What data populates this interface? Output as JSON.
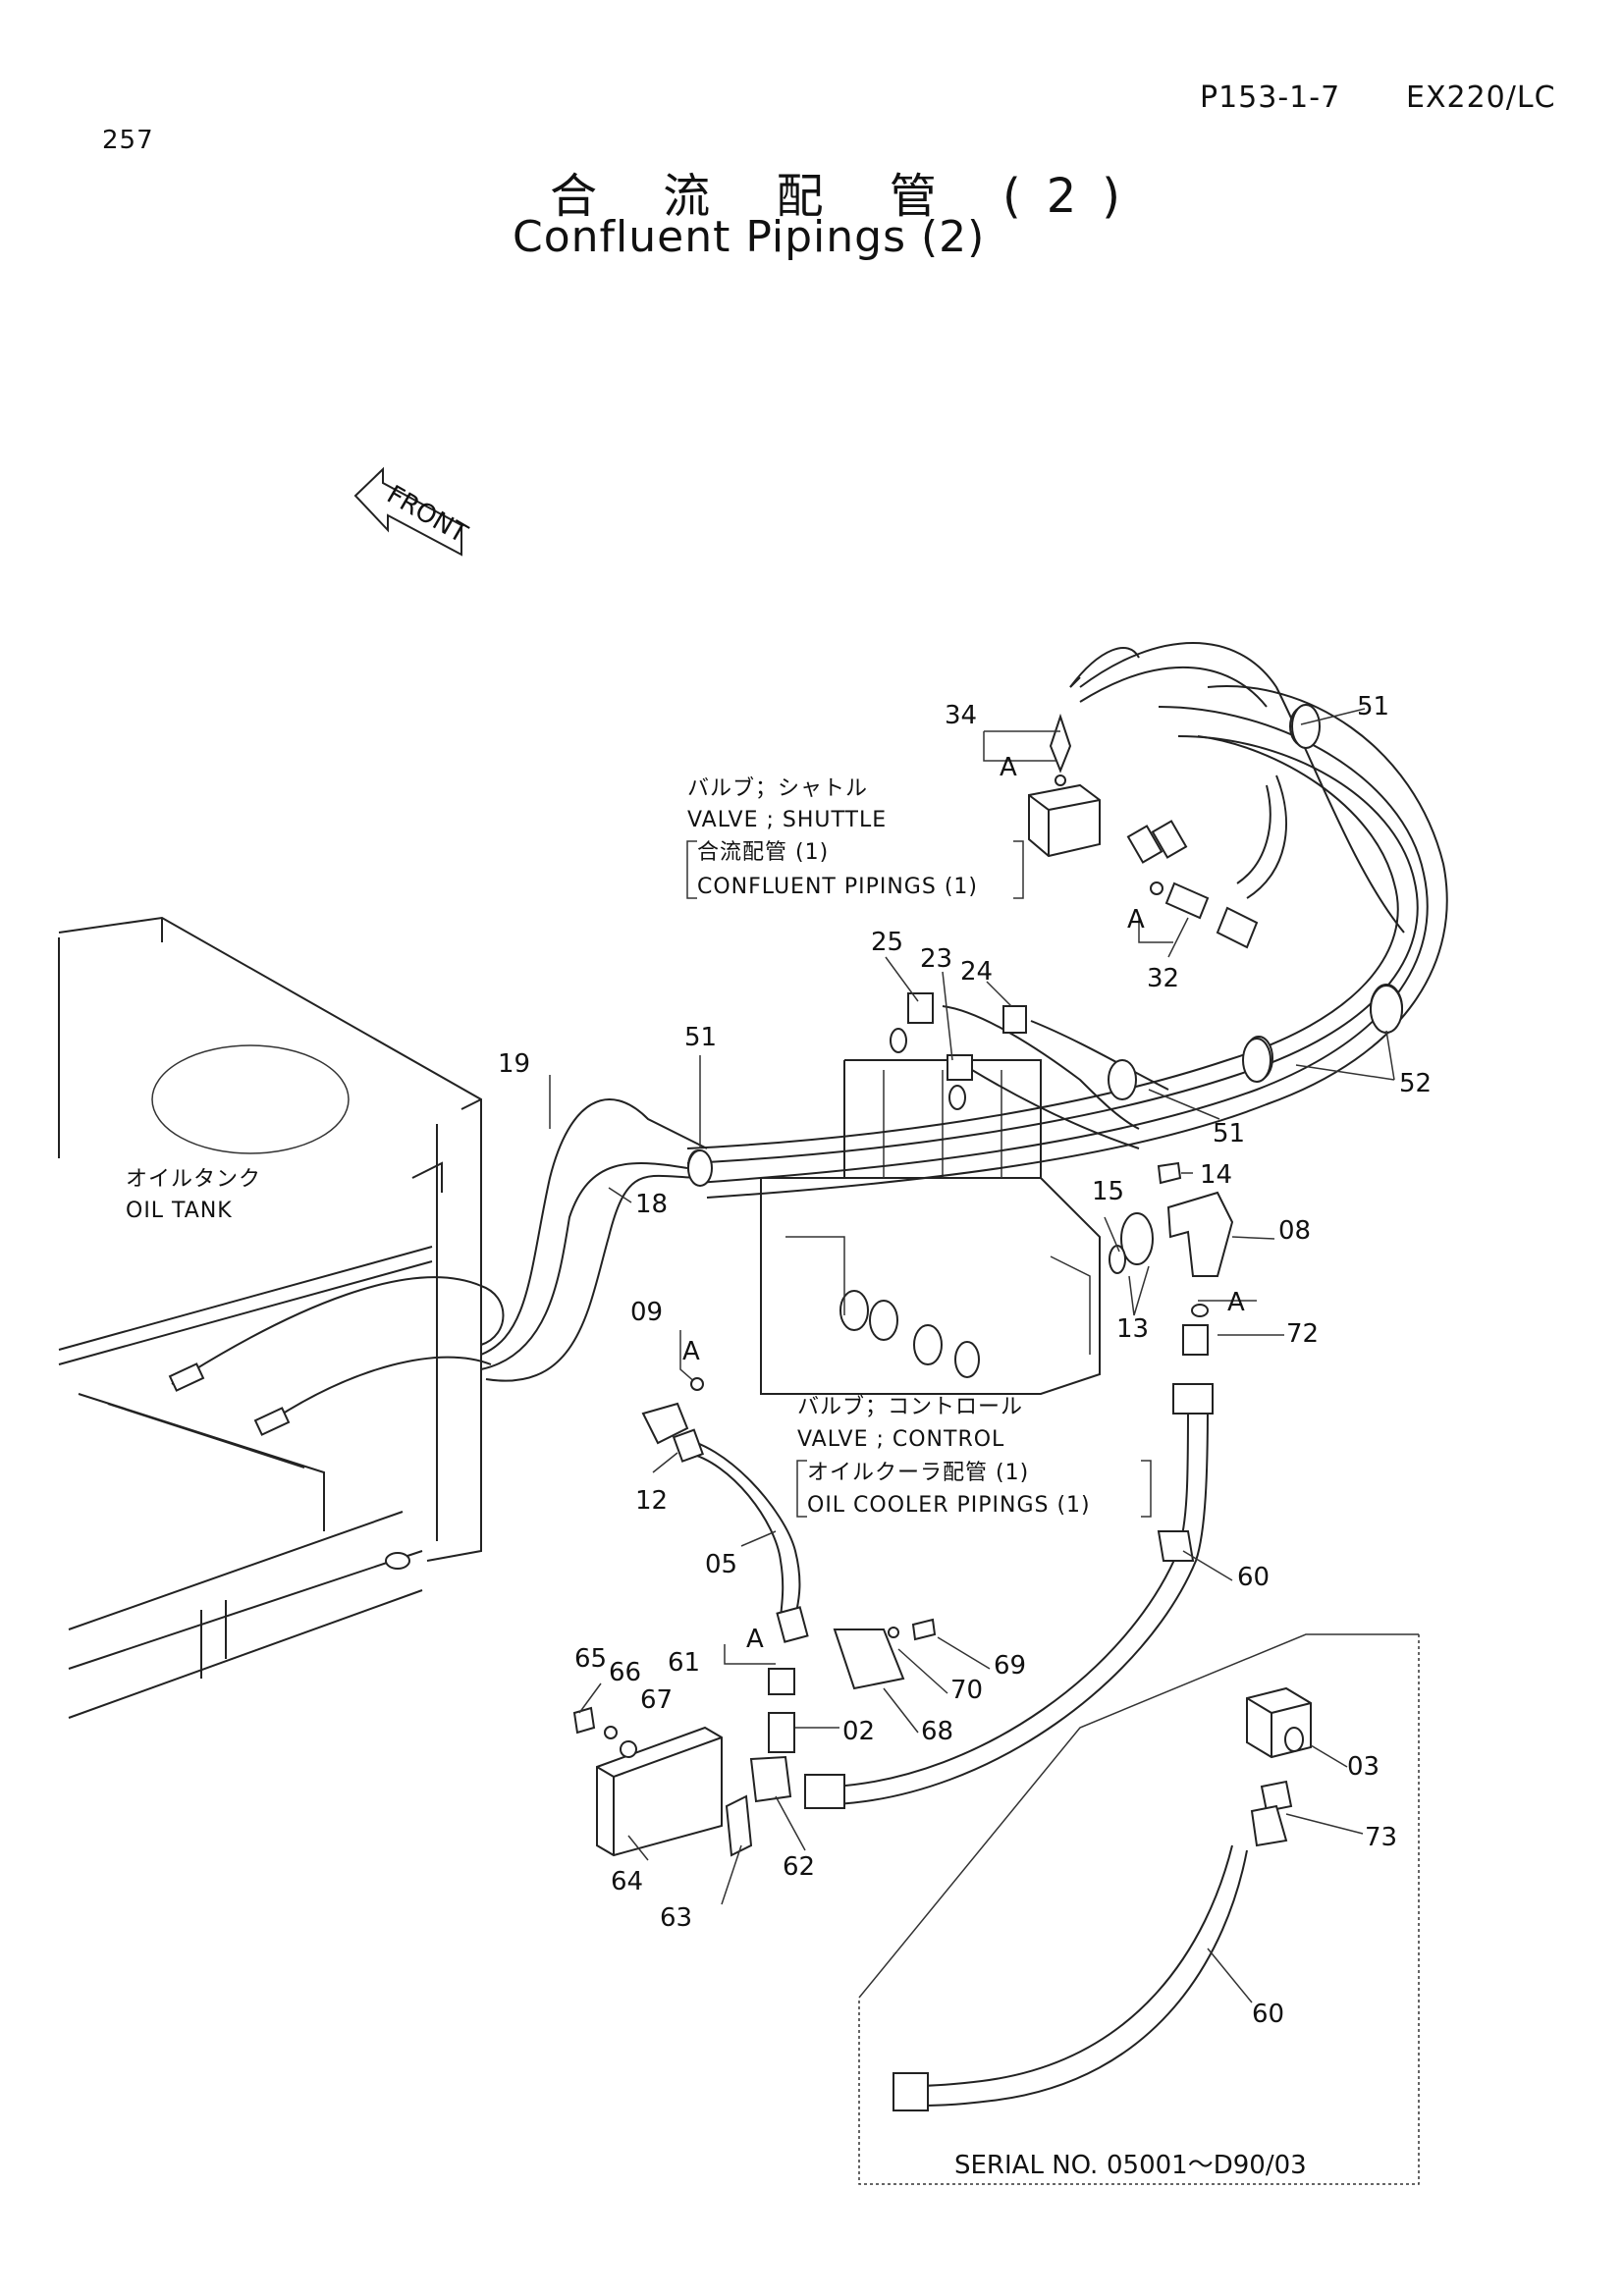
{
  "header": {
    "page_number": "257",
    "page_code": "P153-1-7",
    "model": "EX220/LC",
    "title_jp": "合 流 配 管 (2)",
    "title_en": "Confluent Pipings  (2)"
  },
  "front_marker": "FRONT",
  "notes": {
    "shuttle_jp": "バルブ；シャトル",
    "shuttle_en": "VALVE ; SHUTTLE",
    "confluent_jp": "合流配管 (1)",
    "confluent_en": "CONFLUENT PIPINGS (1)",
    "tank_jp": "オイルタンク",
    "tank_en": "OIL TANK",
    "control_jp": "バルブ；コントロール",
    "control_en": "VALVE ; CONTROL",
    "cooler_jp": "オイルクーラ配管 (1)",
    "cooler_en": "OIL COOLER PIPINGS (1)",
    "serial_prefix": "SERIAL NO.",
    "serial_range": "05001～D90/03"
  },
  "detail_marker": "A",
  "callouts": {
    "c34": "34",
    "c51a": "51",
    "c32": "32",
    "c25": "25",
    "c23": "23",
    "c24": "24",
    "c51b": "51",
    "c19": "19",
    "c52": "52",
    "c51c": "51",
    "c18": "18",
    "c15": "15",
    "c14": "14",
    "c08": "08",
    "c13": "13",
    "c09": "09",
    "c72": "72",
    "c12": "12",
    "c05": "05",
    "c60a": "60",
    "c65": "65",
    "c66": "66",
    "c61": "61",
    "c69": "69",
    "c67": "67",
    "c70": "70",
    "c02": "02",
    "c68": "68",
    "c62": "62",
    "c64": "64",
    "c63": "63",
    "c03": "03",
    "c73": "73",
    "c60b": "60"
  }
}
